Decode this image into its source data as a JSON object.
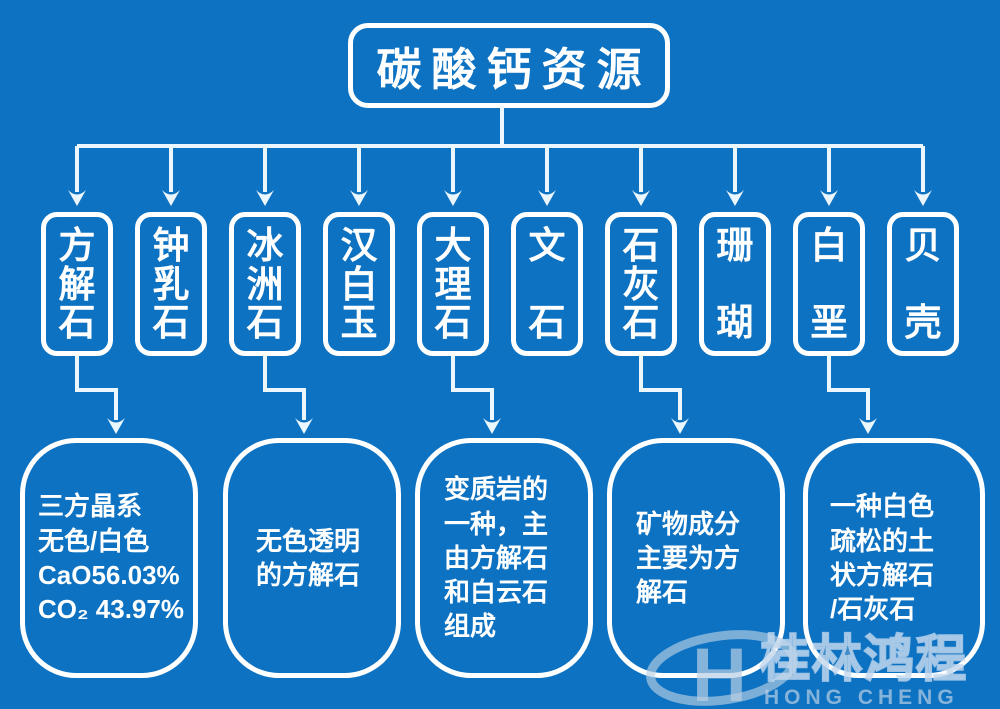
{
  "title": "碳酸钙资源",
  "nodes": [
    {
      "label": "方解石"
    },
    {
      "label": "钟乳石"
    },
    {
      "label": "冰洲石"
    },
    {
      "label": "汉白玉"
    },
    {
      "label": "大理石"
    },
    {
      "label": "文石"
    },
    {
      "label": "石灰石"
    },
    {
      "label": "珊瑚"
    },
    {
      "label": "白垩"
    },
    {
      "label": "贝壳"
    }
  ],
  "descriptions": [
    {
      "target": "方解石",
      "lines": [
        "三方晶系",
        "无色/白色",
        "CaO56.03%",
        "CO₂ 43.97%"
      ]
    },
    {
      "target": "冰洲石",
      "lines": [
        "无色透明",
        "的方解石"
      ]
    },
    {
      "target": "大理石",
      "lines": [
        "变质岩的",
        "一种，主",
        "由方解石",
        "和白云石",
        "组成"
      ]
    },
    {
      "target": "石灰石",
      "lines": [
        "矿物成分",
        "主要为方",
        "解石"
      ]
    },
    {
      "target": "白垩",
      "lines": [
        "一种白色",
        "疏松的土",
        "状方解石",
        "/石灰石"
      ]
    }
  ],
  "watermark": {
    "symbol": "H",
    "name_cn": "桂林鸿程",
    "name_en": "HONG CHENG"
  },
  "colors": {
    "background": "#0d72c2",
    "border": "#ffffff",
    "connector": "#ecf6fd",
    "text": "#ffffff",
    "watermark": "#b9cfe3"
  }
}
